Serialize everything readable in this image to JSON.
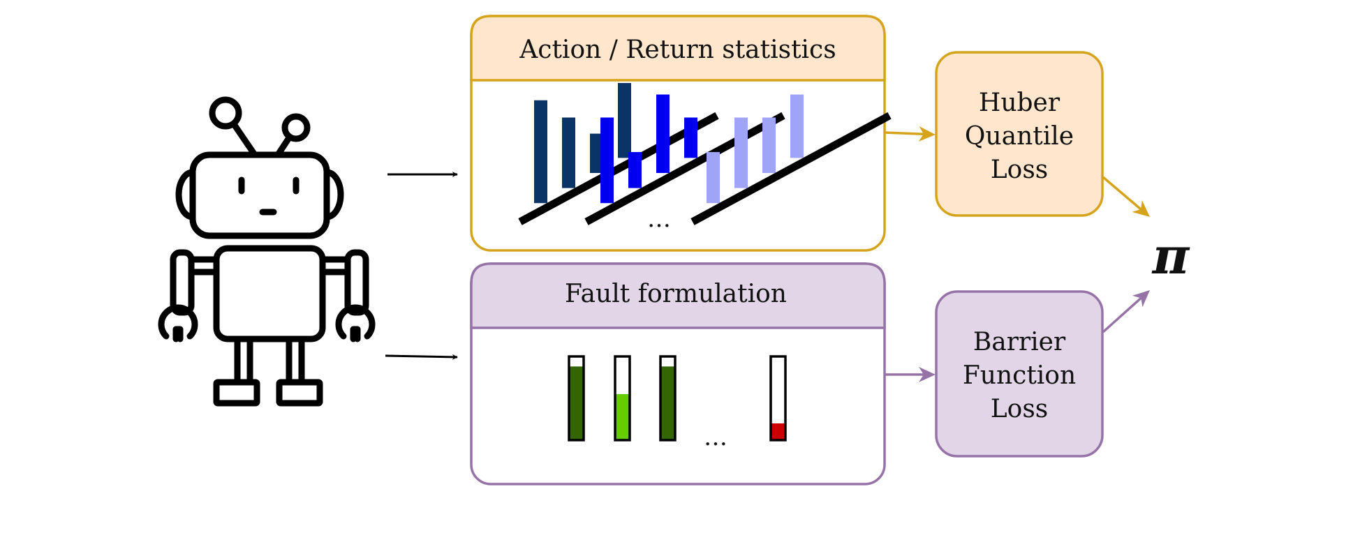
{
  "top_panel": {
    "title": "Action / Return statistics",
    "ellipsis": "…",
    "header_fill": "#ffe6cc",
    "stroke": "#d6a41c",
    "groups": [
      {
        "color": "#0a3366",
        "values": [
          0.85,
          0.7,
          0.56,
          1.0
        ]
      },
      {
        "color": "#0000ee",
        "values": [
          0.7,
          0.4,
          0.9,
          0.7
        ]
      },
      {
        "color": "#a0a4f8",
        "values": [
          0.4,
          0.7,
          0.7,
          0.9
        ]
      }
    ]
  },
  "bottom_panel": {
    "title": "Fault formulation",
    "ellipsis": "…",
    "header_fill": "#e1d5e7",
    "stroke": "#9673a6",
    "levels": [
      {
        "fill": 0.88,
        "color": "#336600"
      },
      {
        "fill": 0.55,
        "color": "#66cc00"
      },
      {
        "fill": 0.88,
        "color": "#336600"
      },
      {
        "fill": 0.2,
        "color": "#cc0000"
      }
    ]
  },
  "huber_box": {
    "lines": [
      "Huber",
      "Quantile",
      "Loss"
    ],
    "fill": "#ffe6cc",
    "stroke": "#d6a41c"
  },
  "barrier_box": {
    "lines": [
      "Barrier",
      "Function",
      "Loss"
    ],
    "fill": "#e1d5e7",
    "stroke": "#9673a6"
  },
  "output_symbol": "π",
  "robot": {
    "icon": "robot-icon"
  }
}
